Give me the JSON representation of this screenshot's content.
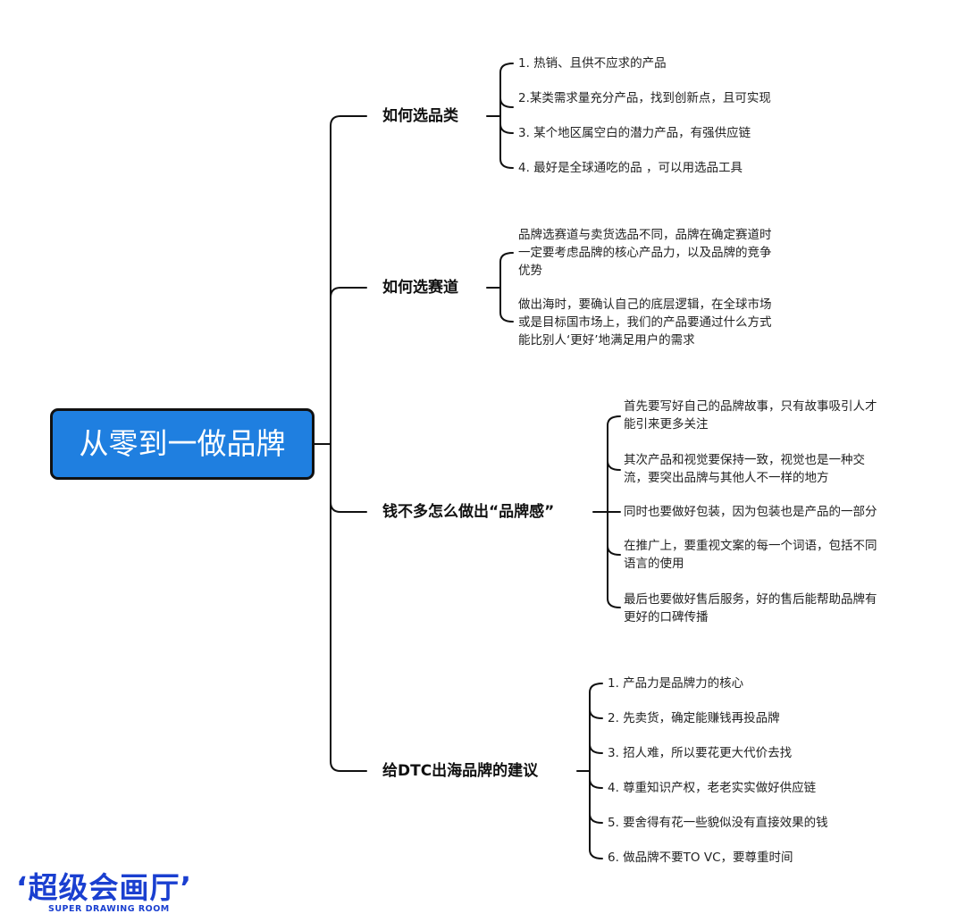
{
  "root": {
    "label": "从零到一做品牌",
    "color": "#1f7fe0"
  },
  "branches": [
    {
      "label": "如何选品类",
      "items": [
        "1. 热销、且供不应求的产品",
        "2.某类需求量充分产品，找到创新点，且可实现",
        "3. 某个地区属空白的潜力产品，有强供应链",
        "4. 最好是全球通吃的品 ，可以用选品工具"
      ]
    },
    {
      "label": "如何选赛道",
      "items": [
        [
          "品牌选赛道与卖货选品不同，品牌在确定赛道时",
          "一定要考虑品牌的核心产品力，以及品牌的竞争",
          "优势"
        ],
        [
          "做出海时，要确认自己的底层逻辑，在全球市场",
          "或是目标国市场上，我们的产品要通过什么方式",
          "能比别人‘更好’地满足用户的需求"
        ]
      ]
    },
    {
      "label": "钱不多怎么做出“品牌感”",
      "items": [
        [
          "首先要写好自己的品牌故事，只有故事吸引人才",
          "能引来更多关注"
        ],
        [
          "其次产品和视觉要保持一致，视觉也是一种交",
          "流，要突出品牌与其他人不一样的地方"
        ],
        [
          "同时也要做好包装，因为包装也是产品的一部分"
        ],
        [
          "在推广上，要重视文案的每一个词语，包括不同",
          "语言的使用"
        ],
        [
          "最后也要做好售后服务，好的售后能帮助品牌有",
          "更好的口碑传播"
        ]
      ]
    },
    {
      "label": "给DTC出海品牌的建议",
      "items": [
        "1. 产品力是品牌力的核心",
        "2. 先卖货，确定能赚钱再投品牌",
        "3. 招人难，所以要花更大代价去找",
        "4. 尊重知识产权，老老实实做好供应链",
        "5. 要舍得有花一些貌似没有直接效果的钱",
        "6. 做品牌不要TO VC，要尊重时间"
      ]
    }
  ],
  "watermark": {
    "cn": "‘超级会画厅’",
    "en": "SUPER DRAWING ROOM",
    "color": "#1a3fd0"
  }
}
